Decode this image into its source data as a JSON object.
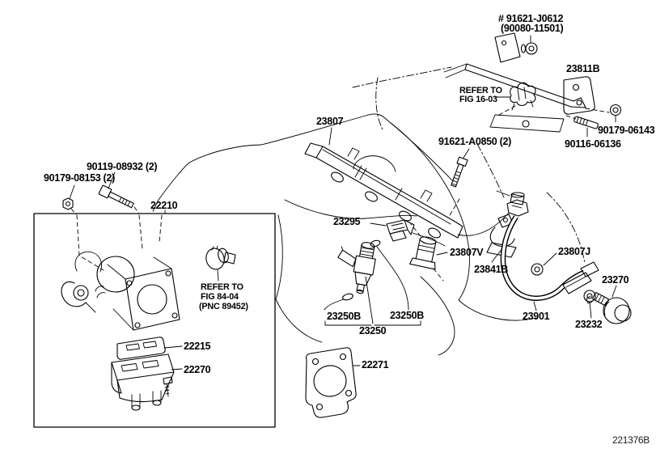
{
  "page": {
    "background": "#ffffff",
    "line_color": "#000000"
  },
  "figure_code": "221376B",
  "labels": {
    "bolt_91621_j0612": "# 91621-J0612",
    "sub_90080_11501": "(90080-11501)",
    "bracket_23811b": "23811B",
    "refer_fig_16_03_l1": "REFER TO",
    "refer_fig_16_03_l2": "FIG 16-03",
    "nut_90179_06143": "90179-06143",
    "stud_90116_06136": "90116-06136",
    "rail_23807": "23807",
    "bolt_91621_a0850": "91621-A0850 (2)",
    "bolt_90119_08932": "90119-08932 (2)",
    "nut_90179_08153": "90179-08153 (2)",
    "throttle_22210": "22210",
    "valve_23295": "23295",
    "damper_23807v": "23807V",
    "clamp_23841b": "23841B",
    "grommet_23807j": "23807J",
    "regulator_23270": "23270",
    "washer_23232": "23232",
    "hose_23901": "23901",
    "refer_fig_84_04_l1": "REFER TO",
    "refer_fig_84_04_l2": "FIG 84-04",
    "refer_fig_84_04_l3": "(PNC 89452)",
    "gasket_22215": "22215",
    "isc_22270": "22270",
    "oring_23250b_left": "23250B",
    "oring_23250b_right": "23250B",
    "injector_23250": "23250",
    "gasket_22271": "22271"
  }
}
